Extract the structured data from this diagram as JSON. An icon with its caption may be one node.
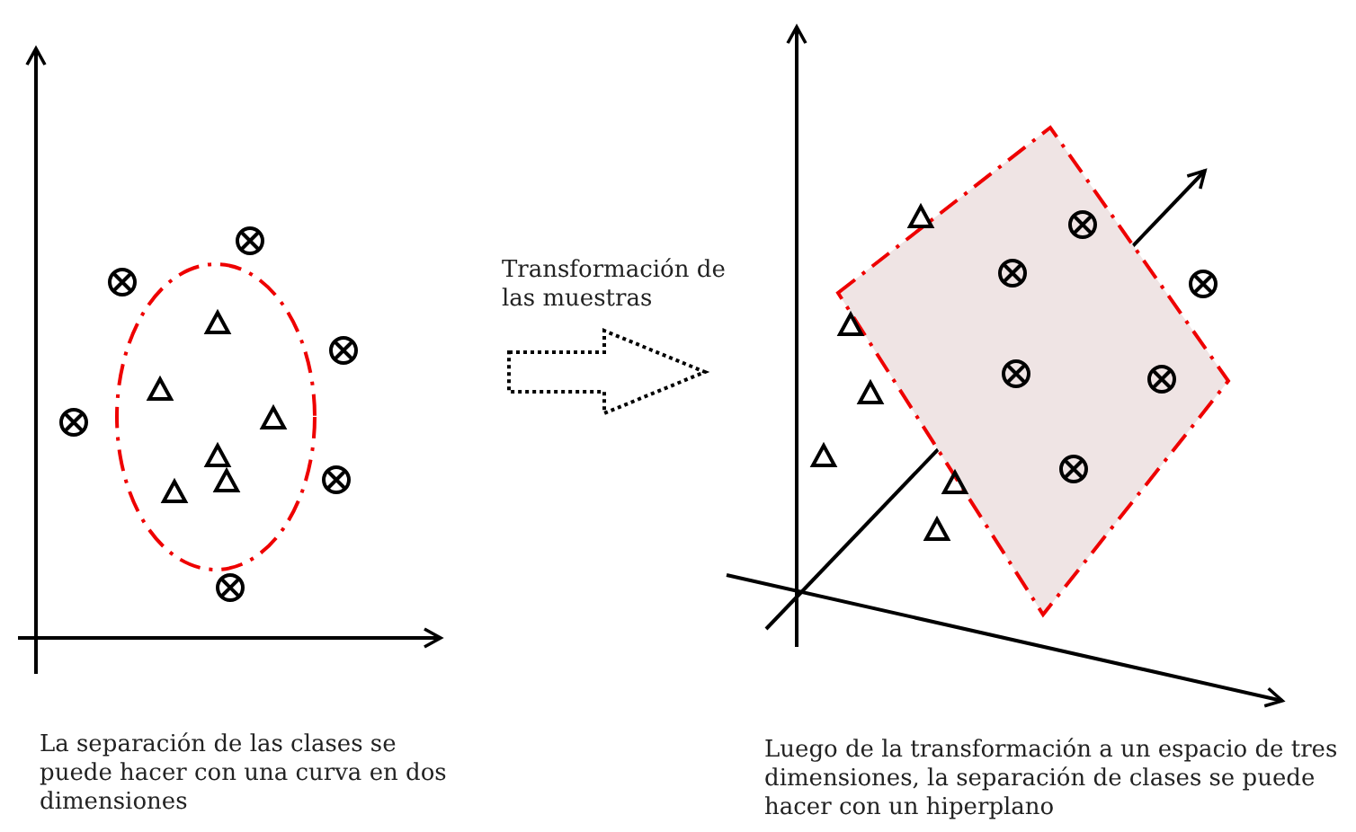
{
  "diagram": {
    "labels": [
      "Transformación de las muestras",
      "La separación de las clases se puede hacer con una curva en dos dimensiones",
      "Luego de la transformación a un espacio de tres dimensiones, la separación de clases se puede hacer con un hiperplano"
    ]
  }
}
